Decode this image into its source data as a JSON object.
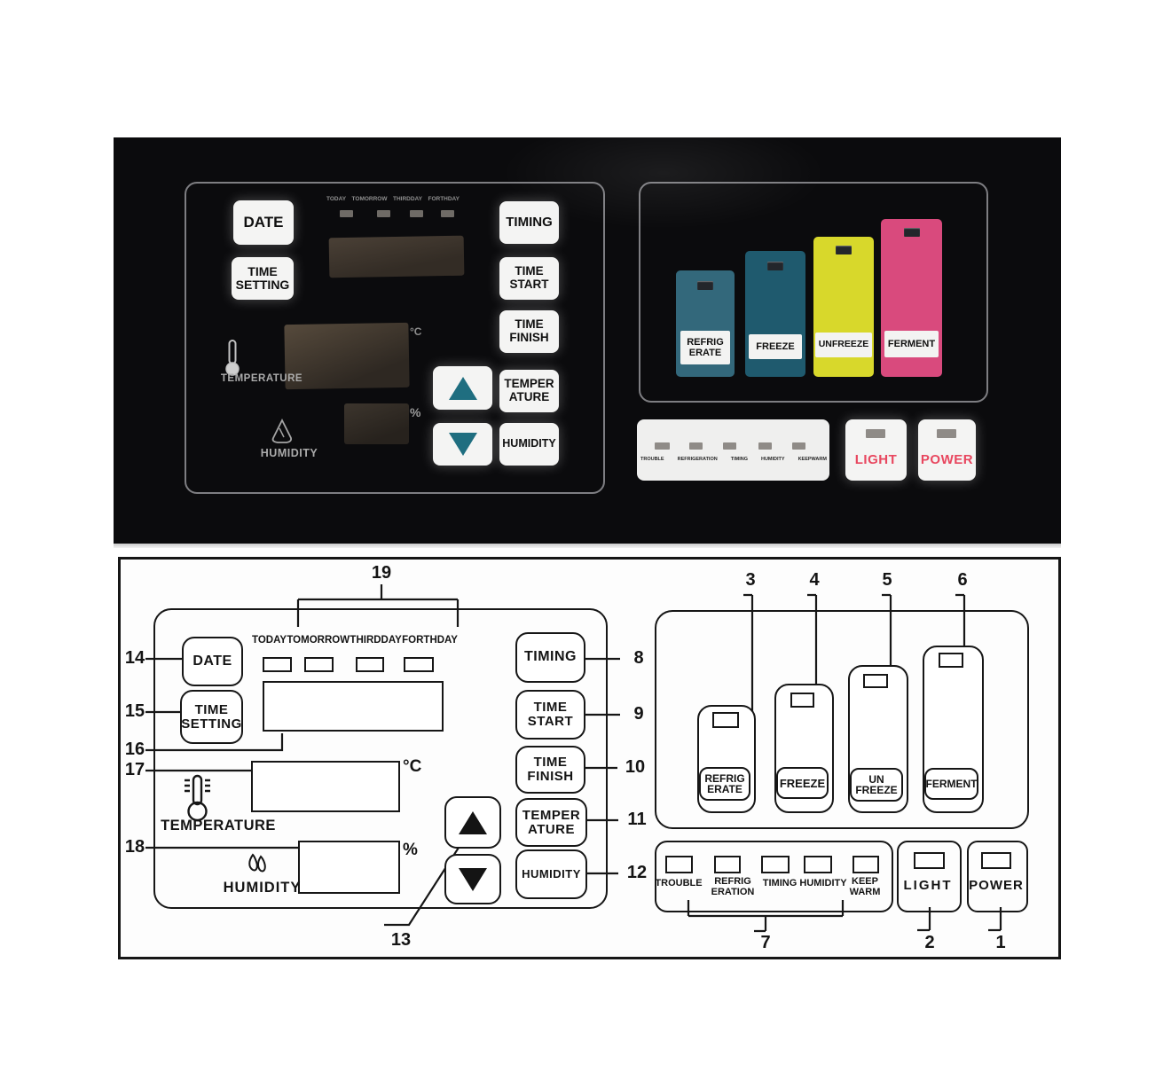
{
  "photo": {
    "buttons": {
      "date": "DATE",
      "time_setting": "TIME SETTING",
      "timing": "TIMING",
      "time_start": "TIME START",
      "time_finish": "TIME FINISH",
      "temperature": "TEMPER ATURE",
      "humidity": "HUMIDITY"
    },
    "days": [
      "TODAY",
      "TOMORROW",
      "THIRDDAY",
      "FORTHDAY"
    ],
    "temperature_label": "TEMPERATURE",
    "humidity_label": "HUMIDITY",
    "celsius": "°C",
    "percent": "%",
    "modes": [
      {
        "label": "REFRIG ERATE",
        "color": "#33687b"
      },
      {
        "label": "FREEZE",
        "color": "#1f5a6e"
      },
      {
        "label": "UNFREEZE",
        "color": "#d8d82b"
      },
      {
        "label": "FERMENT",
        "color": "#d94a7d"
      }
    ],
    "status_labels": [
      "TROUBLE",
      "REFRIGERATION",
      "TIMING",
      "HUMIDITY",
      "KEEPWARM"
    ],
    "light": "LIGHT",
    "power": "POWER",
    "accent_red": "#e8475f",
    "arrow_teal": "#1f6e80"
  },
  "diagram": {
    "buttons": {
      "date": "DATE",
      "time_setting": "TIME SETTING",
      "timing": "TIMING",
      "time_start": "TIME START",
      "time_finish": "TIME FINISH",
      "temperature": "TEMPER ATURE",
      "humidity": "HUMIDITY"
    },
    "days": [
      "TODAY",
      "TOMORROW",
      "THIRDDAY",
      "FORTHDAY"
    ],
    "temperature_label": "TEMPERATURE",
    "humidity_label": "HUMIDITY",
    "celsius": "°C",
    "percent": "%",
    "modes": [
      "REFRIG ERATE",
      "FREEZE",
      "UN FREEZE",
      "FERMENT"
    ],
    "status_labels": [
      "TROUBLE",
      "REFRIG ERATION",
      "TIMING",
      "HUMIDITY",
      "KEEP WARM"
    ],
    "light": "LIGHT",
    "power": "POWER",
    "callouts": {
      "c1": "1",
      "c2": "2",
      "c3": "3",
      "c4": "4",
      "c5": "5",
      "c6": "6",
      "c7": "7",
      "c8": "8",
      "c9": "9",
      "c10": "10",
      "c11": "11",
      "c12": "12",
      "c13": "13",
      "c14": "14",
      "c15": "15",
      "c16": "16",
      "c17": "17",
      "c18": "18",
      "c19": "19"
    }
  }
}
